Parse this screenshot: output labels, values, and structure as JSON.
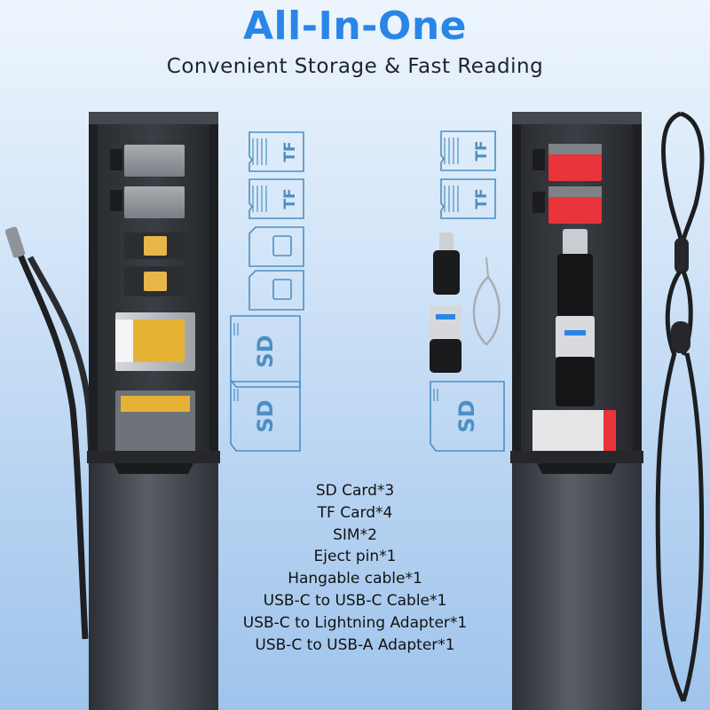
{
  "header": {
    "title": "All-In-One",
    "subtitle": "Convenient Storage & Fast Reading"
  },
  "contents_list": [
    "SD Card*3",
    "TF Card*4",
    "SIM*2",
    "Eject pin*1",
    "Hangable cable*1",
    "USB-C to USB-C Cable*1",
    "USB-C to Lightning Adapter*1",
    "USB-C to USB-A Adapter*1"
  ],
  "card_icons": {
    "tf_label": "TF",
    "sd_label": "SD"
  },
  "colors": {
    "title": "#2a86e6",
    "case": "#3c3f45",
    "icon_outline": "#4c8fc4",
    "tf_red": "#e8343a",
    "sim_gold": "#e7b74a"
  }
}
